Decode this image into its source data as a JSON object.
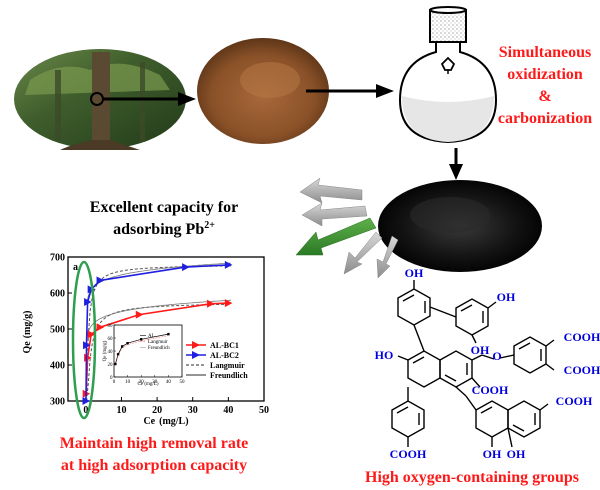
{
  "labels": {
    "process_line1": "Simultaneous",
    "process_line2": "oxidization",
    "process_line3": "&",
    "process_line4": "carbonization",
    "capacity_line1": "Excellent capacity for",
    "capacity_line2": "adsorbing Pb",
    "capacity_sup": "2+",
    "removal_line1": "Maintain high removal rate",
    "removal_line2": "at high adsorption capacity",
    "groups": "High oxygen-containing groups"
  },
  "molecule": {
    "oh_labels": [
      "OH",
      "OH",
      "OH",
      "HO",
      "OH",
      "OH"
    ],
    "cooh_labels": [
      "COOH",
      "COOH",
      "COOH",
      "COOH"
    ],
    "o_label": "O"
  },
  "colors": {
    "red_text": "#ff1a1a",
    "chem_blue": "#0000dd",
    "series_red": "#ff1a1a",
    "series_blue": "#1f1fe0",
    "highlight_green": "#2e9e4f"
  },
  "chart_data": {
    "type": "line",
    "panel_label": "a",
    "xlabel": "Ce",
    "xlabel_unit": "(mg/L)",
    "ylabel": "Qe",
    "ylabel_unit": "(mg/g)",
    "xlim": [
      -5,
      50
    ],
    "ylim": [
      300,
      700
    ],
    "xticks": [
      0,
      10,
      20,
      30,
      40,
      50
    ],
    "yticks": [
      300,
      400,
      500,
      600,
      700
    ],
    "series": [
      {
        "name": "AL-BC1",
        "color": "#ff1a1a",
        "marker": "triangle-right",
        "x": [
          0.1,
          0.5,
          1.5,
          4.0,
          15.0,
          35.0,
          40.0
        ],
        "y": [
          320,
          420,
          485,
          505,
          540,
          570,
          572
        ]
      },
      {
        "name": "AL-BC2",
        "color": "#1f1fe0",
        "marker": "triangle-right",
        "x": [
          0.05,
          0.2,
          0.5,
          1.5,
          4.0,
          28.0,
          40.0
        ],
        "y": [
          300,
          455,
          575,
          610,
          635,
          672,
          678
        ]
      }
    ],
    "fits": [
      {
        "name": "Langmuir",
        "style": "dashed"
      },
      {
        "name": "Freundlich",
        "style": "solid"
      }
    ],
    "inset": {
      "series_name": "AL",
      "fit_names": [
        "Langmuir",
        "Freundlich"
      ],
      "xticks": [
        0,
        10,
        20,
        30,
        40,
        50
      ],
      "yticks": [
        0,
        20,
        40,
        60,
        80
      ],
      "x": [
        1,
        3,
        6,
        10,
        20,
        40
      ],
      "y": [
        20,
        35,
        47,
        52,
        58,
        66
      ],
      "xlim": [
        0,
        50
      ],
      "ylim": [
        0,
        80
      ],
      "xlabel": "Ce (mg/L)",
      "ylabel": "Qe (mg/g)"
    }
  }
}
